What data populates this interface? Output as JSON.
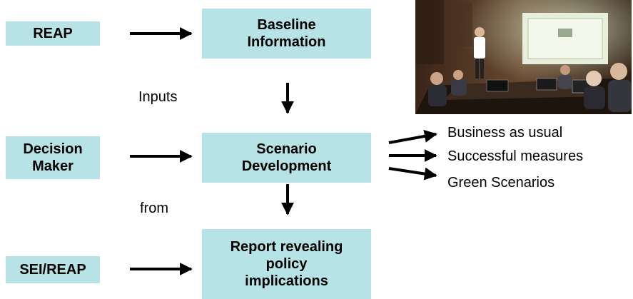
{
  "sources": {
    "reap": "REAP",
    "decision_maker": "Decision\nMaker",
    "sei_reap": "SEI/REAP"
  },
  "steps": {
    "baseline": "Baseline\nInformation",
    "scenario": "Scenario\nDevelopment",
    "report": "Report revealing\npolicy\nimplications"
  },
  "labels": {
    "inputs": "Inputs",
    "from": "from"
  },
  "outcomes": [
    "Business as usual",
    "Successful measures",
    "Green Scenarios"
  ],
  "colors": {
    "box_fill": "#b8e3e6",
    "arrow": "#000000"
  }
}
